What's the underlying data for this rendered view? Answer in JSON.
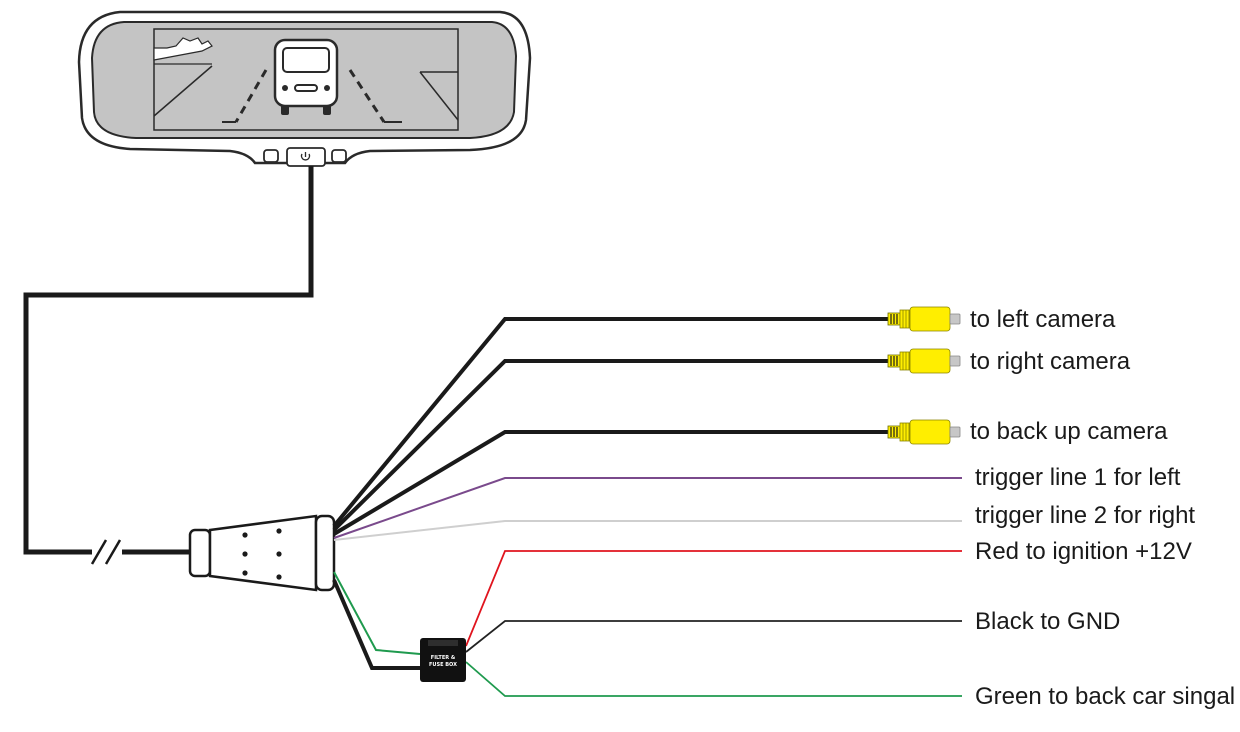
{
  "labels": {
    "left_camera": "to left camera",
    "right_camera": "to right camera",
    "backup_camera": "to back up camera",
    "trigger1": "trigger line 1 for left",
    "trigger2": "trigger line 2 for right",
    "red_wire": "Red to ignition +12V",
    "black_wire": "Black to GND",
    "green_wire": "Green to back car singal"
  },
  "fuse_box": {
    "line1": "FILTER &",
    "line2": "FUSE BOX"
  },
  "colors": {
    "cable_black": "#1a1a1a",
    "trigger_purple": "#7a4a8c",
    "trigger_grey": "#cfcfcf",
    "wire_red": "#e0141e",
    "wire_black": "#222222",
    "wire_green": "#1f9a4e",
    "rca_yellow": "#ffee00",
    "rca_tip": "#c7c7c7",
    "screen_grey": "#c4c4c4",
    "mirror_frame": "#ffffff"
  },
  "icons": {
    "mirror": "rear-view-mirror-icon",
    "bus": "bus-icon",
    "power": "power-icon",
    "rca_plug": "rca-plug-icon",
    "cable_break": "cable-break-icon"
  }
}
